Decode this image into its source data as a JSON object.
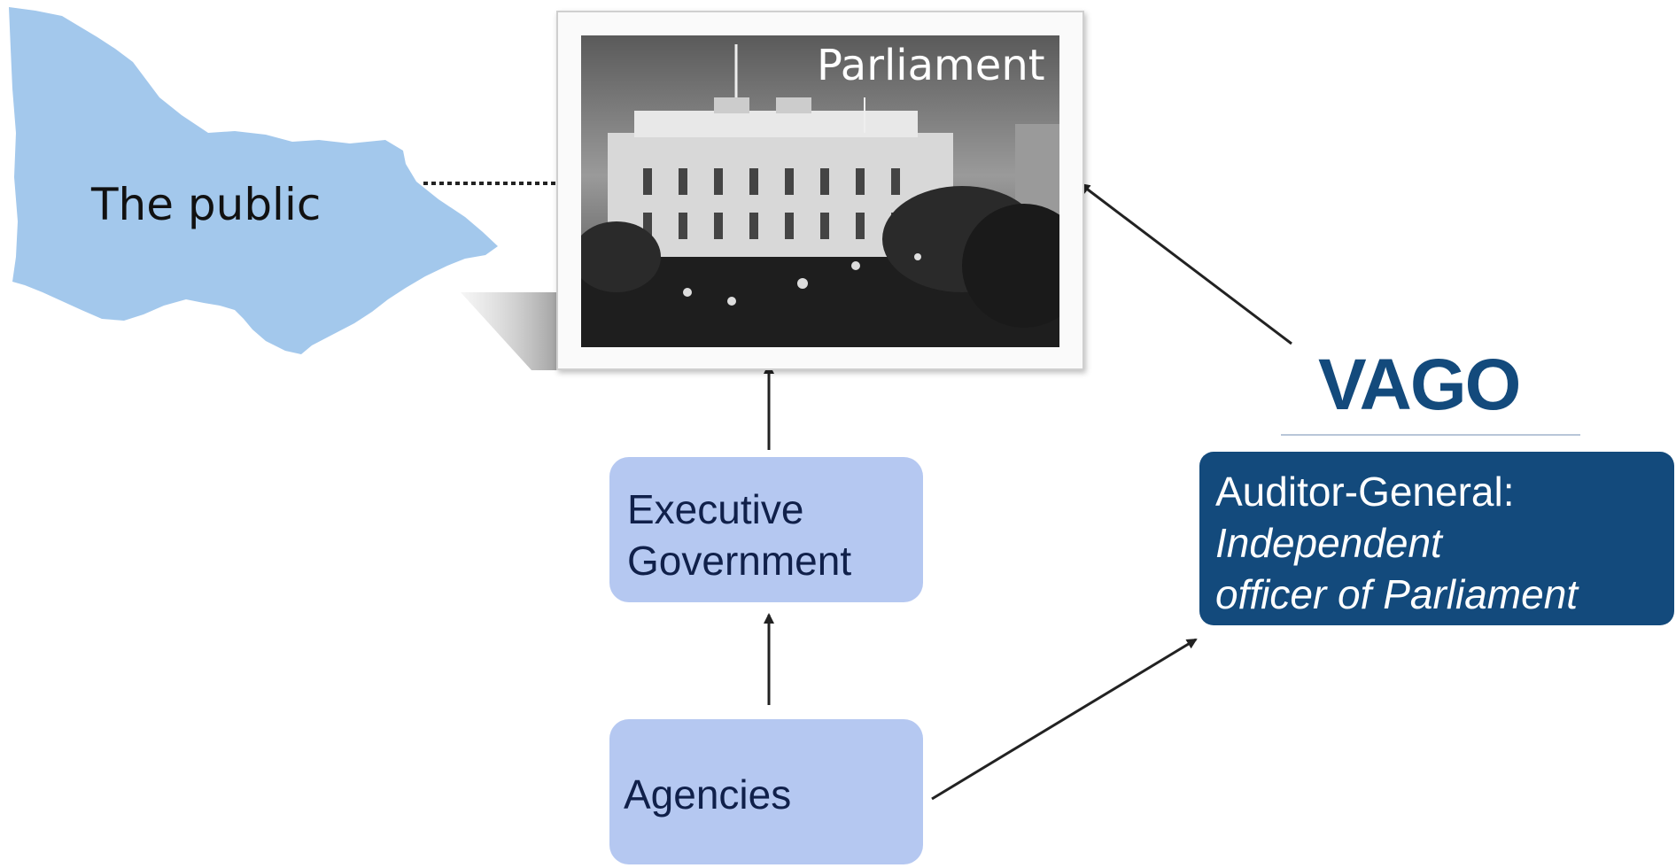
{
  "nodes": {
    "public": {
      "label": "The public"
    },
    "parliament": {
      "label": "Parliament"
    },
    "executive": {
      "line1": "Executive",
      "line2": "Government"
    },
    "agencies": {
      "label": "Agencies"
    },
    "vago": {
      "logo": "VAGO"
    },
    "auditor_general": {
      "line1": "Auditor-General:",
      "line2": "Independent",
      "line3": "officer of Parliament"
    }
  },
  "colors": {
    "map_fill": "#a3c8ec",
    "light_box": "#b5c8f1",
    "dark_box": "#134a7c",
    "logo_text": "#134a7c",
    "arrow": "#222222"
  },
  "icons": {
    "map": "victoria-map-icon",
    "photo": "parliament-house-photo"
  }
}
